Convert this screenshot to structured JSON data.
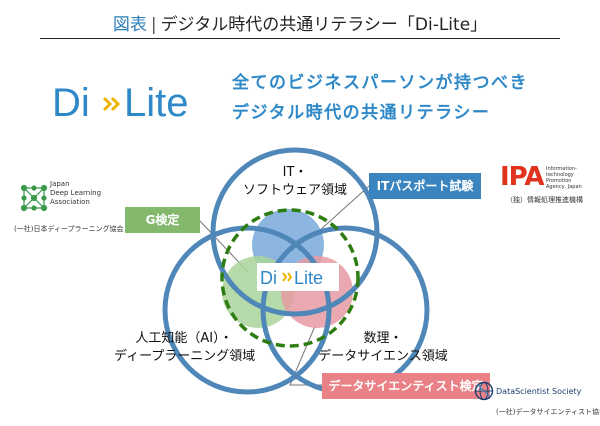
{
  "header": {
    "keyword": "図表",
    "title": "デジタル時代の共通リテラシー「Di-Lite」"
  },
  "logo": {
    "text_left": "Di",
    "text_right": "Lite",
    "color": "#2f88c7",
    "accent_color": "#f0b400"
  },
  "tagline": {
    "line1": "全てのビジネスパーソンが持つべき",
    "line2": "デジタル時代の共通リテラシー"
  },
  "diagram": {
    "domains": [
      {
        "id": "it",
        "label_line1": "IT・",
        "label_line2": "ソフトウェア領域",
        "color": "#7faedb"
      },
      {
        "id": "ai",
        "label_line1": "人工知能（AI）・",
        "label_line2": "ディープラーニング領域",
        "color": "#a9d39a"
      },
      {
        "id": "ds",
        "label_line1": "数理・",
        "label_line2": "データサイエンス領域",
        "color": "#e69aa2"
      }
    ],
    "center_logo": {
      "text_left": "Di",
      "text_right": "Lite"
    },
    "outer_ring_color": "#4e87b8",
    "dashed_ring_color": "#2e7d12"
  },
  "badges": {
    "g_exam": "G検定",
    "it_passport": "ITパスポート試験",
    "ds_exam": "データサイエンティスト検定"
  },
  "orgs": {
    "jdla": {
      "name_lines": [
        "Japan",
        "Deep Learning",
        "Association"
      ],
      "caption": "(一社)日本ディープラーニング協会"
    },
    "ipa": {
      "name": "IPA",
      "sub_lines": [
        "Information-technology",
        "Promotion",
        "Agency, Japan"
      ],
      "caption": "（独）情報処理推進機構"
    },
    "dss": {
      "name": "DataScientist Society",
      "caption": "(一社)データサイエンティスト協会"
    }
  }
}
